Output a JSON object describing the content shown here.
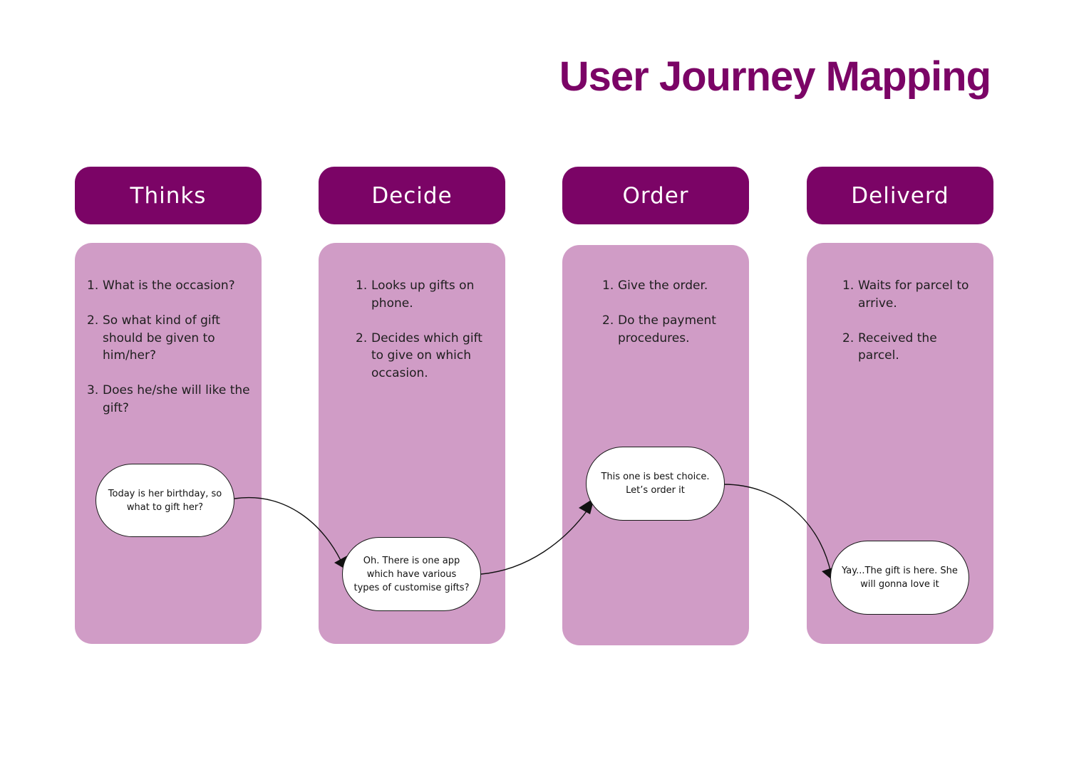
{
  "title": "User Journey Mapping",
  "colors": {
    "header": "#7b0466",
    "column": "#d09cc6",
    "title": "#7b0466",
    "bubble": "#ffffff"
  },
  "stages": [
    {
      "label": "Thinks",
      "steps": [
        {
          "num": "1.",
          "text": "What is the  occasion?"
        },
        {
          "num": "2.",
          "text": "So what kind of gift should be given  to him/her?"
        },
        {
          "num": "3.",
          "text": "Does he/she will like the gift?"
        }
      ],
      "bubble": "Today is her birthday, so what to gift her?"
    },
    {
      "label": "Decide",
      "steps": [
        {
          "num": "1.",
          "text": "Looks up gifts on phone."
        },
        {
          "num": "2.",
          "text": "Decides which gift to give on which occasion."
        }
      ],
      "bubble": "Oh. There is one app which have various types of customise gifts?"
    },
    {
      "label": "Order",
      "steps": [
        {
          "num": "1.",
          "text": "Give the order."
        },
        {
          "num": "2.",
          "text": "Do the payment procedures."
        }
      ],
      "bubble": "This one is best choice. Let’s order it"
    },
    {
      "label": "Deliverd",
      "steps": [
        {
          "num": "1.",
          "text": "Waits for parcel to arrive."
        },
        {
          "num": "2.",
          "text": "Received the parcel."
        }
      ],
      "bubble": "Yay...The gift is here. She will gonna love it"
    }
  ]
}
